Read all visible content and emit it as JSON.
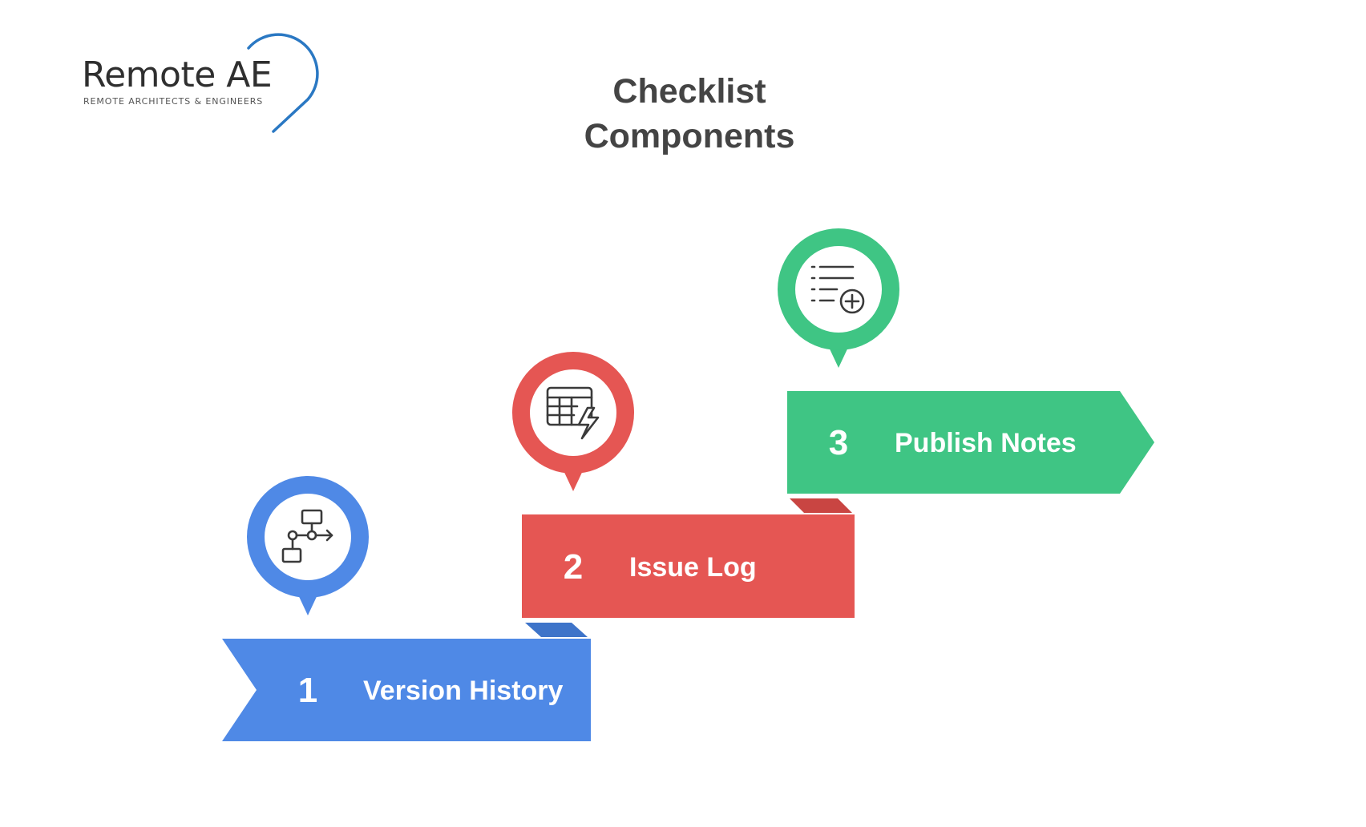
{
  "logo": {
    "name": "Remote AE",
    "tagline": "REMOTE ARCHITECTS & ENGINEERS"
  },
  "title": {
    "line1": "Checklist",
    "line2": "Components"
  },
  "steps": [
    {
      "number": "1",
      "label": "Version History",
      "color": "#4f89e6",
      "icon": "flowchart-icon"
    },
    {
      "number": "2",
      "label": "Issue Log",
      "color": "#e55653",
      "icon": "table-lightning-icon"
    },
    {
      "number": "3",
      "label": "Publish Notes",
      "color": "#3fc584",
      "icon": "list-add-icon"
    }
  ],
  "colors": {
    "title": "#444444",
    "icon_stroke": "#3a3a3a",
    "logo_accent": "#2a78c3"
  }
}
